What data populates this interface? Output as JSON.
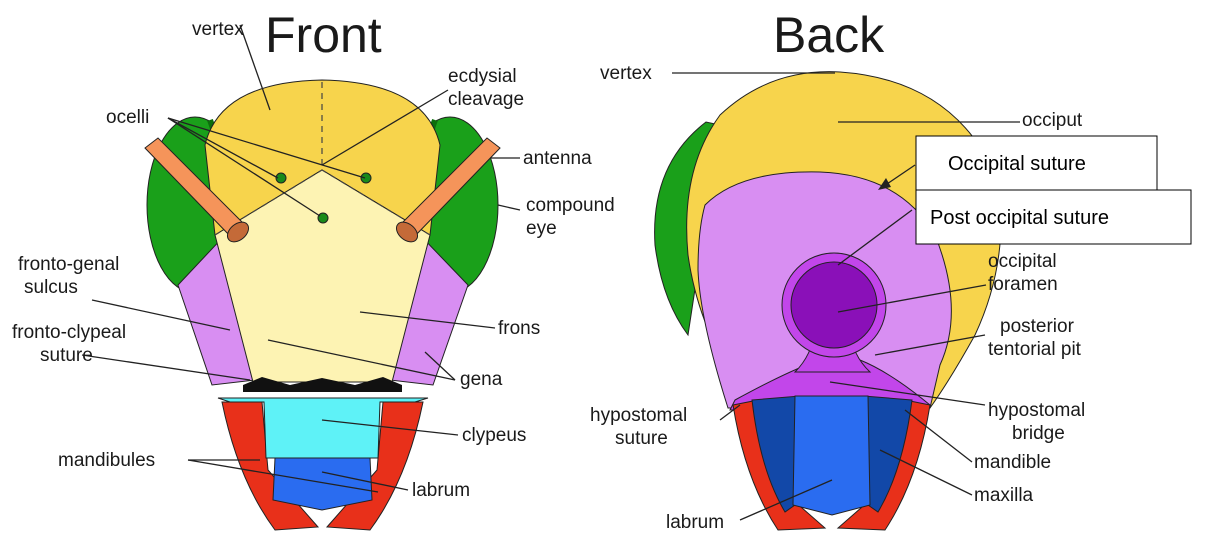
{
  "front": {
    "title": "Front",
    "labels": {
      "vertex": "vertex",
      "ecdysial_1": "ecdysial",
      "ecdysial_2": "cleavage",
      "ocelli": "ocelli",
      "antenna": "antenna",
      "compound_1": "compound",
      "compound_2": "eye",
      "fronto_genal_1": "fronto-genal",
      "fronto_genal_2": "sulcus",
      "frons": "frons",
      "fronto_clypeal_1": "fronto-clypeal",
      "fronto_clypeal_2": "suture",
      "gena": "gena",
      "clypeus": "clypeus",
      "mandibules": "mandibules",
      "labrum": "labrum"
    }
  },
  "back": {
    "title": "Back",
    "labels": {
      "vertex": "vertex",
      "occiput": "occiput",
      "occipital_foramen_1": "occipital",
      "occipital_foramen_2": "foramen",
      "posterior_1": "posterior",
      "posterior_2": "tentorial pit",
      "hypostomal_bridge_1": "hypostomal",
      "hypostomal_bridge_2": "bridge",
      "hypostomal_suture_1": "hypostomal",
      "hypostomal_suture_2": "suture",
      "mandible": "mandible",
      "maxilla": "maxilla",
      "labrum": "labrum"
    },
    "boxes": {
      "occipital_suture": "Occipital suture",
      "post_occipital_suture": "Post occipital suture"
    }
  },
  "colors": {
    "vertex_yellow": "#f7d44c",
    "frons_cream": "#fdf3b3",
    "eye_green": "#1aa01a",
    "eye_dark": "#0c6e0c",
    "antenna_orange": "#f5945a",
    "gena_lilac": "#d88ef2",
    "clypeus_cyan": "#5ef2f7",
    "labrum_blue": "#2a6cf0",
    "mandible_red": "#e8301a",
    "foramen_purple": "#8a10b8",
    "bridge_purple": "#c246ea",
    "maxilla_navy": "#1248a8",
    "ocellus_green": "#1a8a1a"
  }
}
